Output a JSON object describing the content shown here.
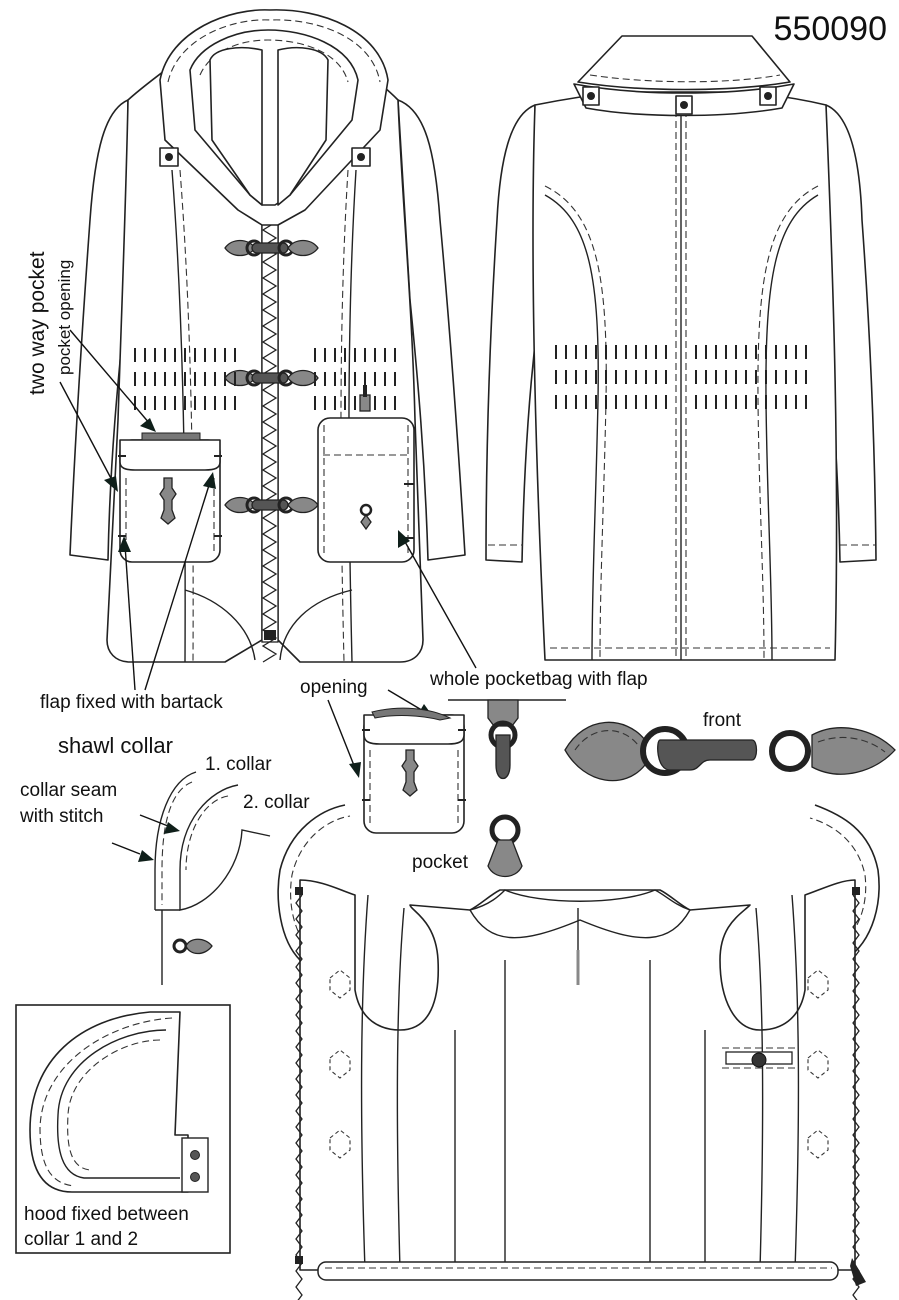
{
  "style_number": "550090",
  "labels": {
    "two_way_pocket": "two way pocket",
    "pocket_opening": "pocket opening",
    "flap_fixed": "flap fixed with bartack",
    "opening": "opening",
    "whole_pocketbag": "whole pocketbag with flap",
    "front": "front",
    "pocket": "pocket",
    "shawl_collar": "shawl collar",
    "collar_1": "1. collar",
    "collar_2": "2. collar",
    "collar_seam_line1": "collar seam",
    "collar_seam_line2": "with stitch",
    "hood_line1": "hood fixed between",
    "hood_line2": "collar 1 and 2"
  },
  "colors": {
    "line": "#222222",
    "hardware": "#888888",
    "hardware_dark": "#555555",
    "arrow": "#0f1f1a"
  }
}
